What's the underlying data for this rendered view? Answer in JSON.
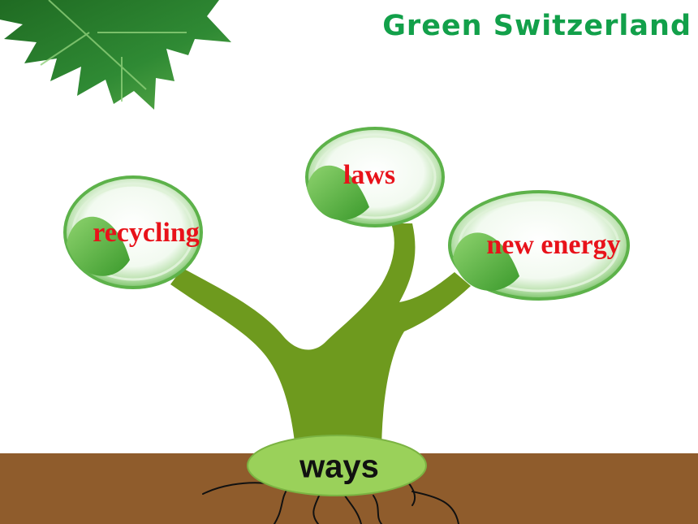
{
  "title": "Green Switzerland",
  "root": {
    "label": "ways"
  },
  "branches": [
    {
      "label": "recycling"
    },
    {
      "label": "laws"
    },
    {
      "label": "new energy"
    }
  ],
  "colors": {
    "title": "#12a04a",
    "label": "#e8121a",
    "trunk": "#6e9a1e",
    "soil": "#8f5c2c",
    "root_ellipse": "#9ad15a",
    "leaf": "#3f8f2a"
  },
  "icons": [
    "maple-leaf-icon",
    "bubble-leaf-icon"
  ]
}
